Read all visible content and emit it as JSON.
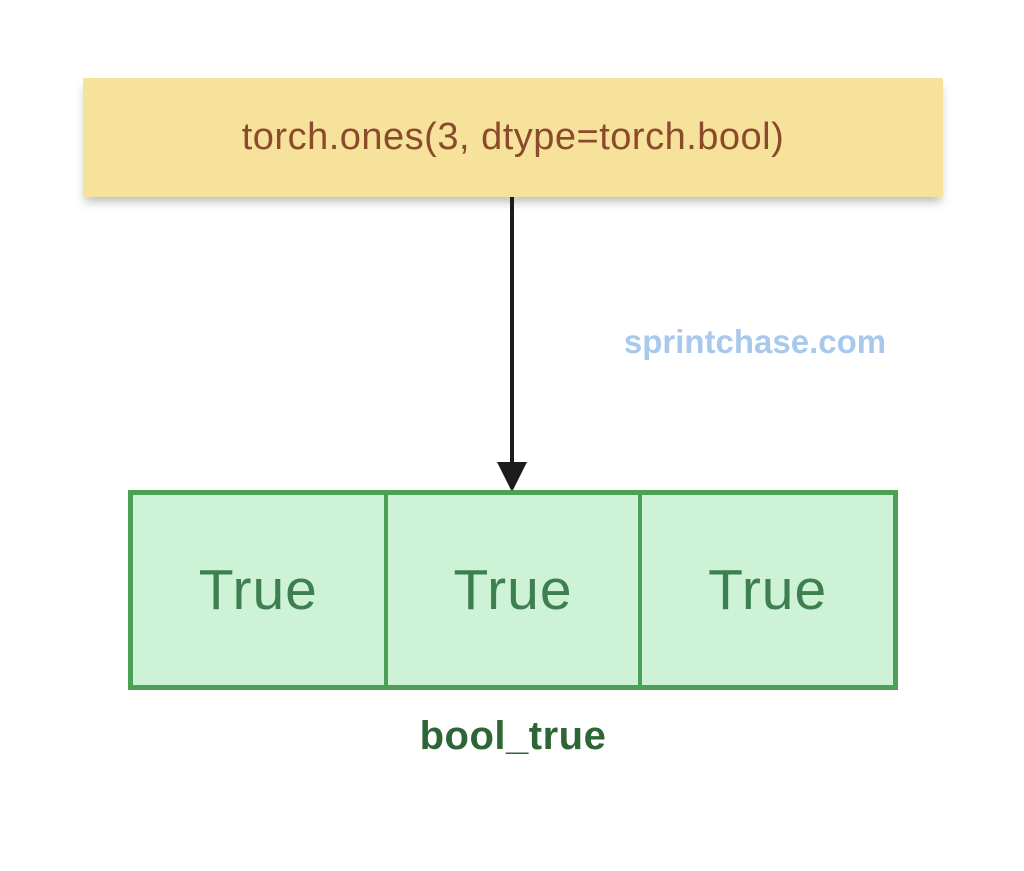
{
  "diagram": {
    "code_box": {
      "text": "torch.ones(3, dtype=torch.bool)"
    },
    "arrow": {
      "name": "down-arrow",
      "direction": "down"
    },
    "watermark": {
      "text": "sprintchase.com"
    },
    "array": {
      "cells": [
        "True",
        "True",
        "True"
      ],
      "label": "bool_true"
    }
  },
  "colors": {
    "code_box_bg": "#f7e29c",
    "code_text": "#8b4a2b",
    "arrow": "#1c1c1c",
    "watermark_text": "#a9c9ec",
    "array_border": "#4ba153",
    "array_bg": "#cdf2d6",
    "cell_text": "#3d7f4e",
    "label_text": "#2d6636"
  }
}
